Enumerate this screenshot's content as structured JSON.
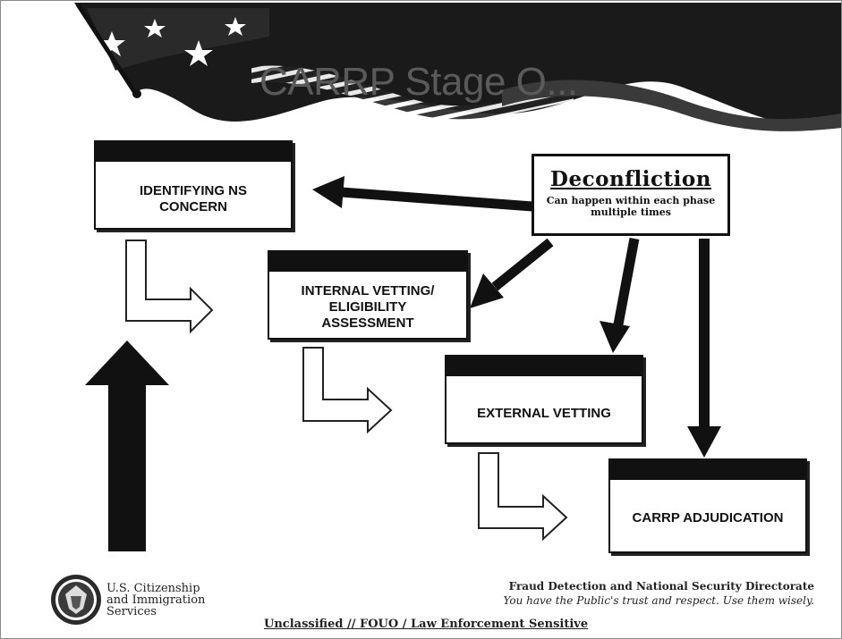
{
  "slide": {
    "title": "CARRP Stage O..."
  },
  "stages": [
    {
      "id": "identifying",
      "label": "IDENTIFYING NS\nCONCERN"
    },
    {
      "id": "internal",
      "label": "INTERNAL VETTING/\nELIGIBILITY\nASSESSMENT"
    },
    {
      "id": "external",
      "label": "EXTERNAL VETTING"
    },
    {
      "id": "adjudication",
      "label": "CARRP ADJUDICATION"
    }
  ],
  "deconfliction": {
    "title": "Deconfliction",
    "subtitle": "Can happen within each phase multiple times"
  },
  "footer": {
    "agency": "U.S. Citizenship\nand Immigration\nServices",
    "directorate": "Fraud Detection and National Security Directorate",
    "motto": "You have the Public's trust and respect. Use them wisely.",
    "classification": "Unclassified // FOUO / Law Enforcement Sensitive"
  },
  "colors": {
    "box_header": "#111111",
    "arrow_fill": "#111111",
    "flag_dark": "#1a1a1a",
    "page_background": "#ffffff"
  },
  "icons": {
    "flag": "waving-flag-banner",
    "seal": "dhs-seal-icon",
    "flow": "hollow-bent-arrow-icon",
    "escalate": "large-up-arrow-icon"
  }
}
